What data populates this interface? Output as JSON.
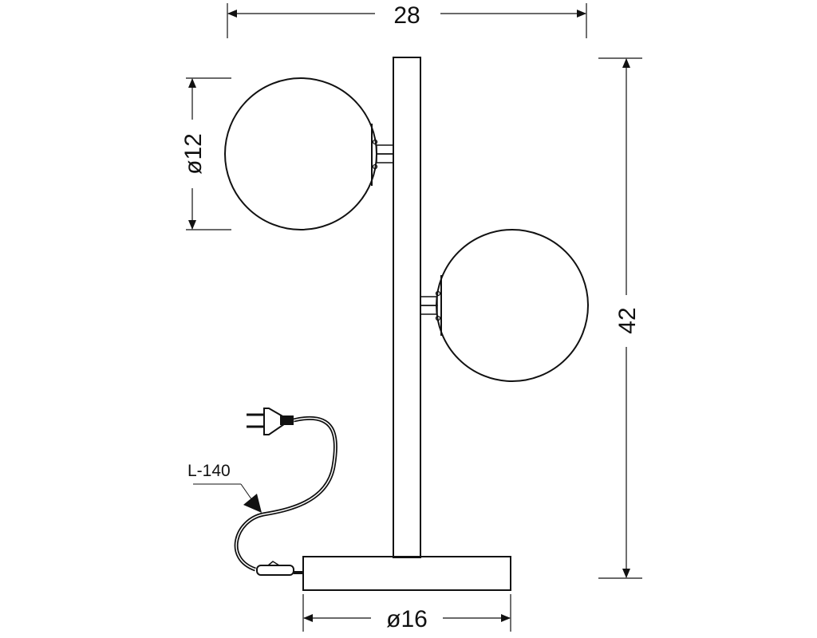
{
  "drawing": {
    "width_label": "28",
    "height_label": "42",
    "globe_diameter_label": "ø12",
    "base_diameter_label": "ø16",
    "cable_length_label": "L-140"
  },
  "colors": {
    "line": "#111111",
    "background": "#ffffff"
  }
}
